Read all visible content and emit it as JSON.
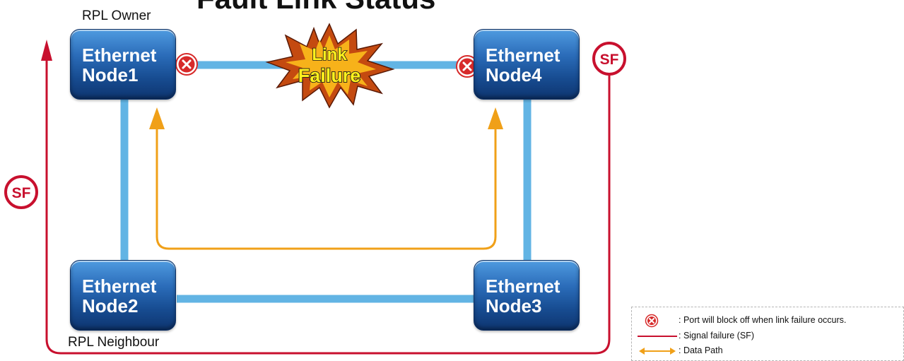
{
  "title": "Fault Link Status",
  "nodes": [
    {
      "id": "node1",
      "line1": "Ethernet",
      "line2": "Node1"
    },
    {
      "id": "node2",
      "line1": "Ethernet",
      "line2": "Node2"
    },
    {
      "id": "node3",
      "line1": "Ethernet",
      "line2": "Node3"
    },
    {
      "id": "node4",
      "line1": "Ethernet",
      "line2": "Node4"
    }
  ],
  "roles": {
    "owner": "RPL Owner",
    "neighbour": "RPL Neighbour"
  },
  "failure": {
    "line1": "Link",
    "line2": "Failure"
  },
  "sf_badge": "SF",
  "legend": {
    "port_block": ": Port will block off when link failure occurs.",
    "signal_failure": ": Signal failure (SF)",
    "data_path": ": Data Path"
  },
  "colors": {
    "link": "#62b4e4",
    "signal_failure": "#c8102e",
    "data_path": "#f0a018",
    "node_blue": "#1f5aa6"
  }
}
